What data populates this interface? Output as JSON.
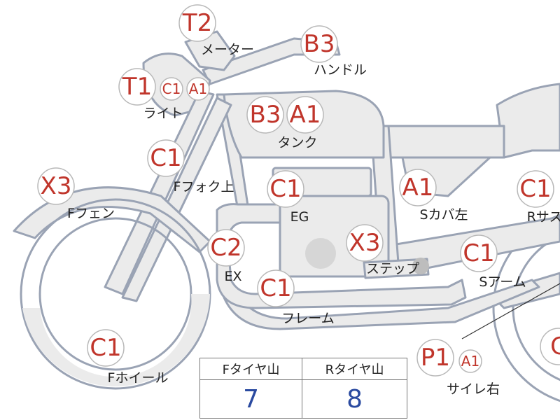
{
  "grade_color": "#c0352b",
  "markers": [
    {
      "code": "T2"
    },
    {
      "code": "B3"
    },
    {
      "code": "T1"
    },
    {
      "code": "C1"
    },
    {
      "code": "A1"
    },
    {
      "code": "B3"
    },
    {
      "code": "A1"
    },
    {
      "code": "C1"
    },
    {
      "code": "X3"
    },
    {
      "code": "C1"
    },
    {
      "code": "A1"
    },
    {
      "code": "C1"
    },
    {
      "code": "C2"
    },
    {
      "code": "X3"
    },
    {
      "code": "C1"
    },
    {
      "code": "C1"
    },
    {
      "code": "C1"
    },
    {
      "code": "P1"
    },
    {
      "code": "A1"
    },
    {
      "code": "C"
    }
  ],
  "labels": [
    {
      "text": "メーター"
    },
    {
      "text": "ハンドル"
    },
    {
      "text": "ライト"
    },
    {
      "text": "タンク"
    },
    {
      "text": "Fフォク上"
    },
    {
      "text": "Fフェン"
    },
    {
      "text": "EG"
    },
    {
      "text": "Sカバ左"
    },
    {
      "text": "Rサス"
    },
    {
      "text": "EX"
    },
    {
      "text": "ステップ"
    },
    {
      "text": "Sアーム"
    },
    {
      "text": "フレーム"
    },
    {
      "text": "Fホイール"
    },
    {
      "text": "サイレ右"
    }
  ],
  "tire_table": {
    "front_header": "Fタイヤ山",
    "rear_header": "Rタイヤ山",
    "front_value": "7",
    "rear_value": "8"
  }
}
